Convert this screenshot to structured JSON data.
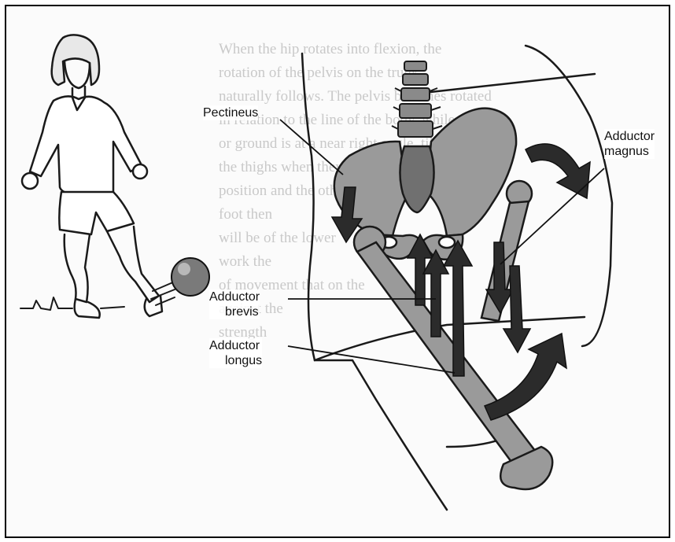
{
  "labels": {
    "pectineus": "Pectineus",
    "adductor_magnus": [
      "Adductor",
      "magnus"
    ],
    "adductor_brevis": [
      "Adductor",
      "brevis"
    ],
    "adductor_longus": [
      "Adductor",
      "longus"
    ]
  },
  "background_text": "When the hip rotates into flexion, the\nrotation of the pelvis on the trunk\nnaturally follows. The pelvis becomes rotated\nin relation to the line of the body, while the\nor ground is at a near right angle, tilted\nthe thighs when they come to a single\nposition and the other\nfoot then\nwill be of the lower\nwork the\nof movement that on the\nagainst the\nstrength\n",
  "colors": {
    "ink": "#1a1a1a",
    "bone": "#9a9a9a",
    "arrow": "#2b2b2b"
  }
}
